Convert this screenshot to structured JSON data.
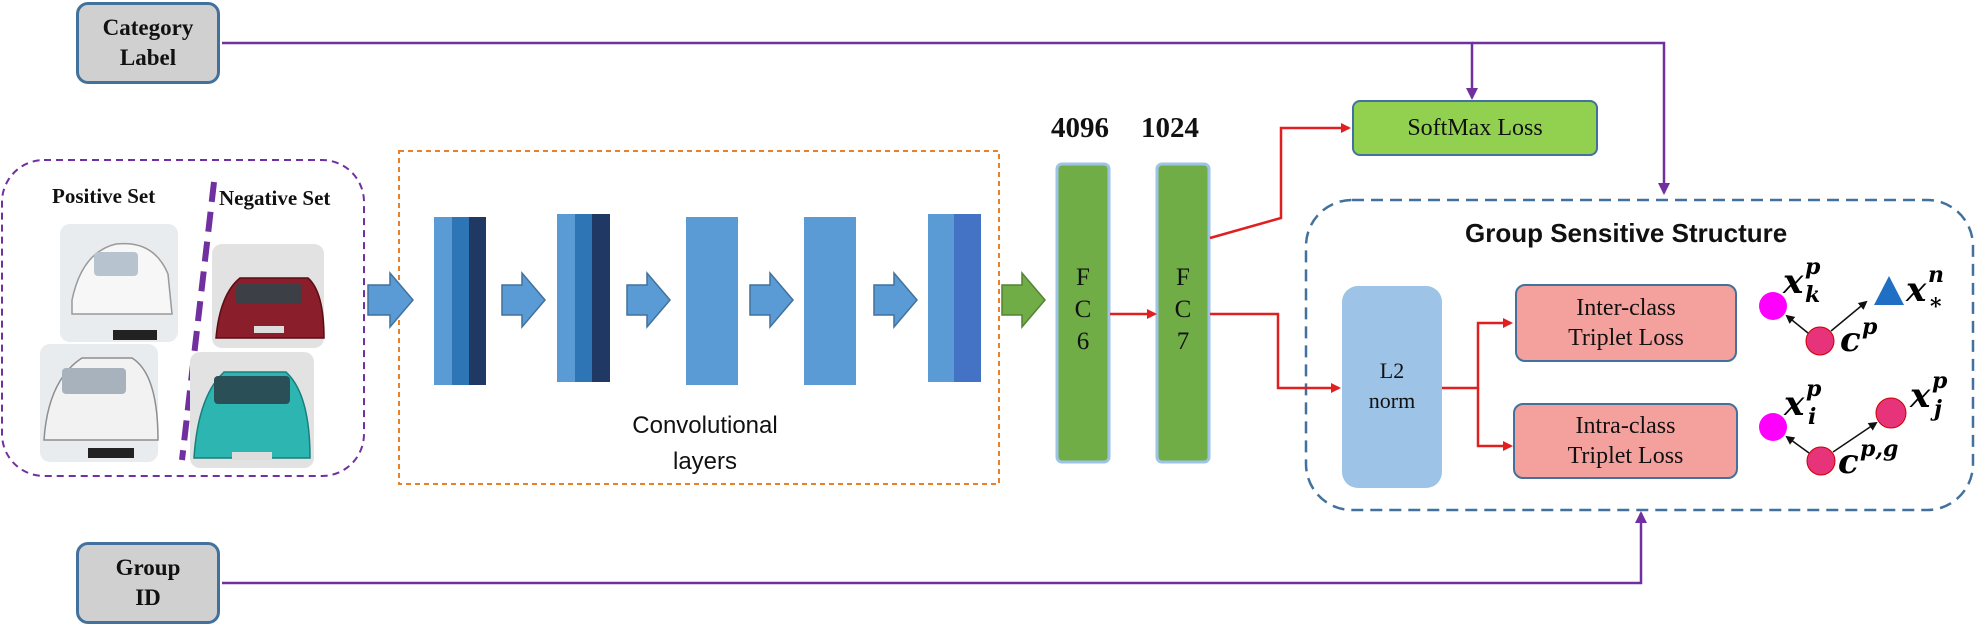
{
  "inputs": {
    "category_label": "Category\nLabel",
    "group_id": "Group\nID"
  },
  "image_sets": {
    "positive": "Positive Set",
    "negative": "Negative Set"
  },
  "conv_caption": "Convolutional\nlayers",
  "fc": {
    "fc6_text": "F\nC\n6",
    "fc7_text": "F\nC\n7",
    "fc6_dim": "4096",
    "fc7_dim": "1024"
  },
  "softmax_loss": "SoftMax Loss",
  "group_structure": {
    "title": "Group Sensitive Structure",
    "l2_norm": "L2\nnorm",
    "inter_class": "Inter-class\nTriplet Loss",
    "intra_class": "Intra-class\nTriplet Loss"
  },
  "symbols": {
    "x": "x",
    "c": "c",
    "p": "p",
    "n": "n",
    "k": "k",
    "i": "i",
    "j": "j",
    "star": "*",
    "pg": "p,g"
  },
  "colors": {
    "conv_blue": "#5b9bd5",
    "fc_green": "#70ad47",
    "softmax_green": "#92d050",
    "triplet_pink": "#f4a09c",
    "l2_blue": "#9dc3e6",
    "arrow_red": "#e02020",
    "line_purple": "#7030a0",
    "magenta": "#ff00ff",
    "pink_dot": "#e6337a"
  }
}
